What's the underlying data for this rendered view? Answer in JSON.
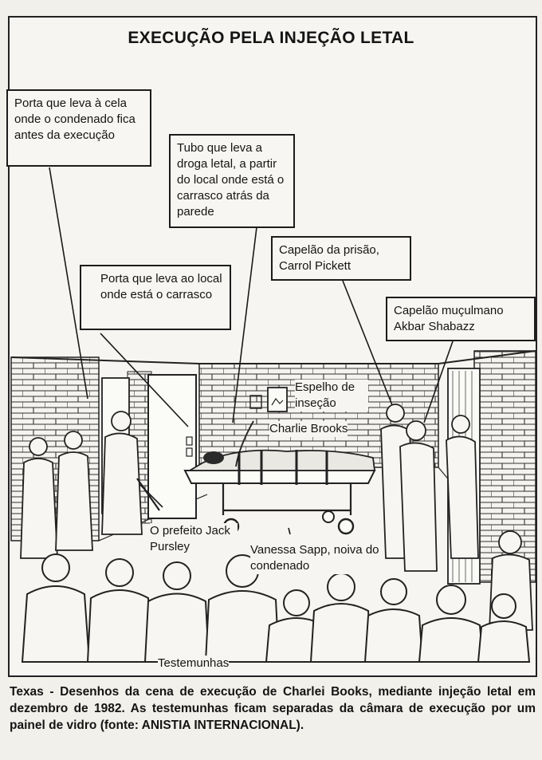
{
  "title": "EXECUÇÃO PELA INJEÇÃO LETAL",
  "labels": {
    "door_cell": "Porta que leva à cela onde o condenado fica antes da execução",
    "tube": "Tubo que leva a droga letal, a partir do local onde está o carrasco atrás da parede",
    "door_executioner": "Porta que leva ao local onde está o carrasco",
    "chaplain": "Capelão da prisão, Carrol Pickett",
    "muslim_chaplain": "Capelão muçulmano Akbar Shabazz",
    "mirror": "Espelho de inseção",
    "condemned": "Charlie Brooks",
    "mayor": "O prefeito Jack Pursley",
    "fiancee": "Vanessa Sapp, noiva do condenado",
    "witnesses": "Testemunhas"
  },
  "caption": "Texas - Desenhos da cena de execução de Charlei Books, mediante injeção letal em dezembro de 1982. As testemunhas ficam separadas da câmara de execução por um painel de vidro (fonte: ANISTIA INTERNACIONAL)."
}
